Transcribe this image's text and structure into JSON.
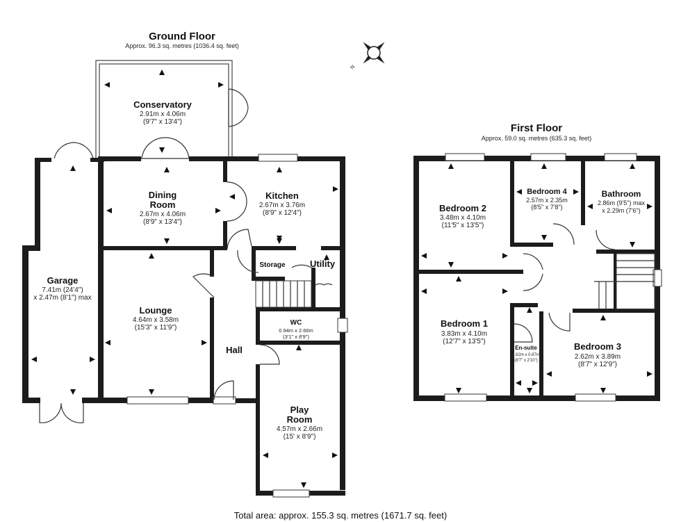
{
  "ground_floor": {
    "title": "Ground Floor",
    "area": "Approx. 96.3 sq. metres (1036.4 sq. feet)",
    "rooms": {
      "conservatory": {
        "name": "Conservatory",
        "dim_m": "2.91m x 4.06m",
        "dim_ft": "(9'7\" x 13'4\")"
      },
      "dining": {
        "name_line1": "Dining",
        "name_line2": "Room",
        "dim_m": "2.67m x 4.06m",
        "dim_ft": "(8'9\" x 13'4\")"
      },
      "kitchen": {
        "name": "Kitchen",
        "dim_m": "2.67m x 3.76m",
        "dim_ft": "(8'9\" x 12'4\")"
      },
      "storage": {
        "name": "Storage"
      },
      "utility": {
        "name": "Utility"
      },
      "garage": {
        "name": "Garage",
        "dim_m": "7.41m (24'4\")",
        "dim_ft": "x 2.47m (8'1\") max"
      },
      "lounge": {
        "name": "Lounge",
        "dim_m": "4.64m x 3.58m",
        "dim_ft": "(15'3\" x 11'9\")"
      },
      "wc": {
        "name": "WC",
        "dim_m": "0.94m x 2.66m",
        "dim_ft": "(3'1\" x 8'9\")"
      },
      "hall": {
        "name": "Hall"
      },
      "playroom": {
        "name_line1": "Play",
        "name_line2": "Room",
        "dim_m": "4.57m x 2.66m",
        "dim_ft": "(15' x 8'9\")"
      }
    }
  },
  "first_floor": {
    "title": "First Floor",
    "area": "Approx. 59.0 sq. metres (635.3 sq. feet)",
    "rooms": {
      "bedroom2": {
        "name": "Bedroom 2",
        "dim_m": "3.48m x 4.10m",
        "dim_ft": "(11'5\" x 13'5\")"
      },
      "bedroom4": {
        "name": "Bedroom 4",
        "dim_m": "2.57m x 2.35m",
        "dim_ft": "(8'5\" x 7'8\")"
      },
      "bathroom": {
        "name": "Bathroom",
        "dim_m": "2.86m (9'5\") max",
        "dim_ft": "x 2.29m (7'6\")"
      },
      "bedroom1": {
        "name": "Bedroom 1",
        "dim_m": "3.83m x 4.10m",
        "dim_ft": "(12'7\" x 13'5\")"
      },
      "ensuite": {
        "name": "En-suite",
        "dim_m": "2.62m x 0.87m",
        "dim_ft": "(8'7\" x 2'10\")"
      },
      "bedroom3": {
        "name": "Bedroom 3",
        "dim_m": "2.62m x 3.89m",
        "dim_ft": "(8'7\" x 12'9\")"
      }
    }
  },
  "compass": {
    "label": "N",
    "icon": "compass-icon"
  },
  "total_area": "Total area: approx. 155.3 sq. metres (1671.7 sq. feet)",
  "colors": {
    "wall": "#1c1c1c",
    "background": "#ffffff"
  }
}
